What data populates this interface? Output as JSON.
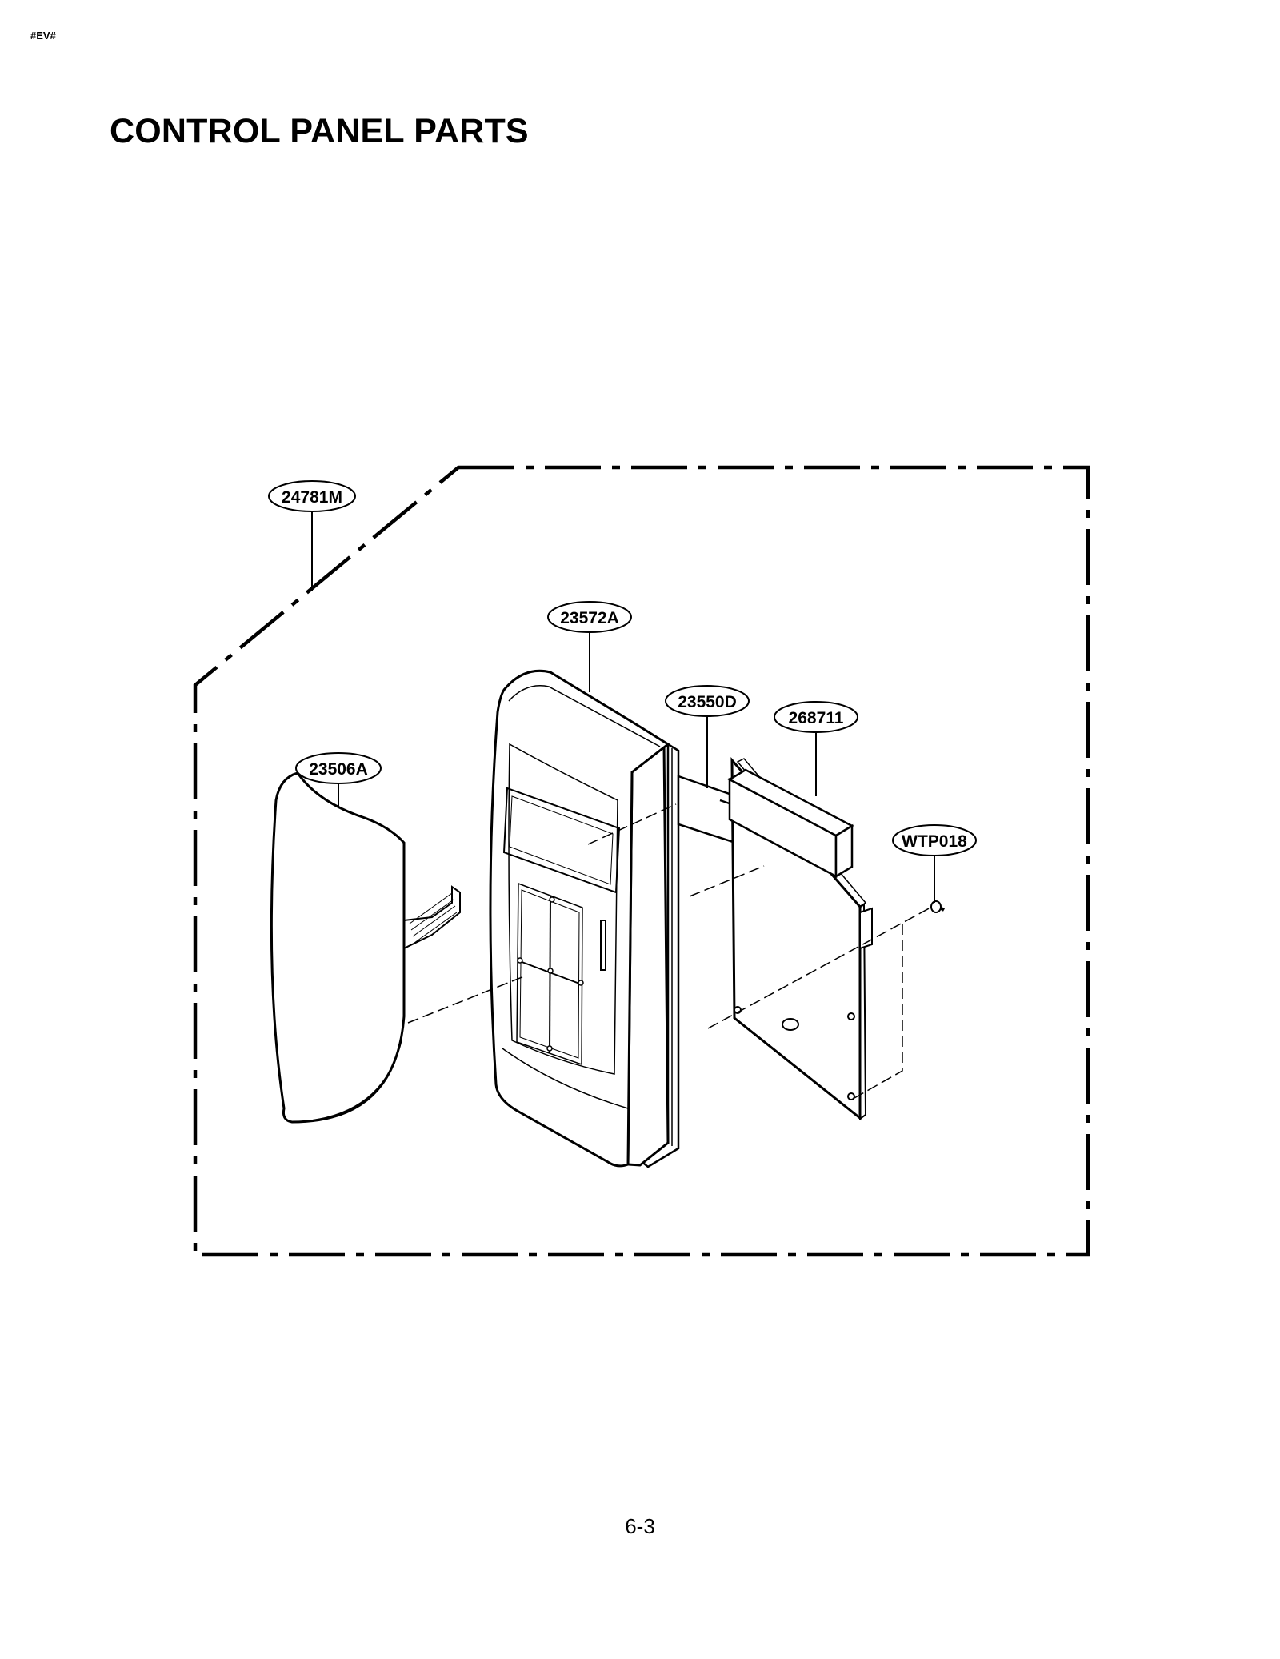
{
  "header": {
    "corner_tag": "#EV#",
    "title": "CONTROL PANEL PARTS"
  },
  "diagram": {
    "callouts": [
      {
        "id": "assembly",
        "label": "24781M"
      },
      {
        "id": "panel-frame",
        "label": "23572A"
      },
      {
        "id": "insulation-sheet",
        "label": "23550D"
      },
      {
        "id": "pcb",
        "label": "268711"
      },
      {
        "id": "membrane-cover",
        "label": "23506A"
      },
      {
        "id": "screw",
        "label": "WTP018"
      }
    ]
  },
  "footer": {
    "page_number": "6-3"
  }
}
